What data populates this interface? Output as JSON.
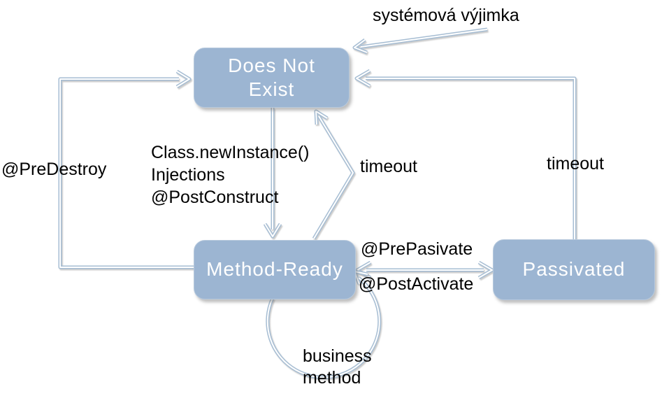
{
  "diagram": {
    "type": "state-lifecycle-diagram",
    "states": {
      "does_not_exist": {
        "line1": "Does Not",
        "line2": "Exist"
      },
      "method_ready": {
        "label": "Method-Ready"
      },
      "passivated": {
        "label": "Passivated"
      }
    },
    "edge_labels": {
      "system_exception": "systémová výjimka",
      "pre_destroy": "@PreDestroy",
      "construct_line1": "Class.newInstance()",
      "construct_line2": "Injections",
      "construct_line3": "@PostConstruct",
      "timeout_left": "timeout",
      "timeout_right": "timeout",
      "pre_pasivate": "@PrePasivate",
      "post_activate": "@PostActivate",
      "business_line1": "business",
      "business_line2": "method"
    },
    "colors": {
      "state_fill": "#9cb5d2",
      "state_border": "#b7c9dd",
      "state_text": "#ffffff",
      "connector": "#a6bdd3",
      "connector_core": "#ffffff",
      "label_text": "#000000",
      "background": "#ffffff"
    }
  }
}
